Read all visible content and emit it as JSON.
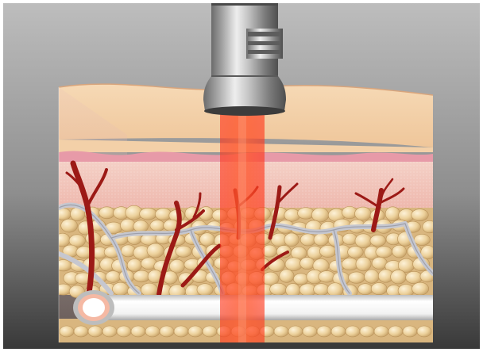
{
  "illustration": {
    "subject": "laser-handpiece-over-skin-cross-section",
    "icons": [
      "laser-handpiece-icon",
      "laser-beam",
      "skin-block",
      "blood-vessel",
      "fat-cells",
      "large-vessel"
    ],
    "colors": {
      "background_top": "#b4b4b4",
      "background_bottom": "#3a3a3a",
      "epidermis_top": "#f2cfa4",
      "dermis": "#f1c6bc",
      "papillary_dermis": "#e79aa8",
      "fat_cell": "#e8c98f",
      "fat_cell_highlight": "#fbeed1",
      "vessel_red": "#9c1a16",
      "connective_tissue": "#c9c9cf",
      "laser_beam": "#ff4a24",
      "metal_light": "#e6e6e6",
      "metal_dark": "#6e6e6e"
    }
  }
}
